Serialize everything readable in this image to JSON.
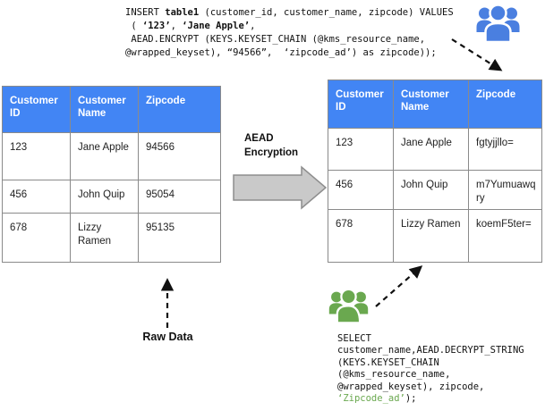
{
  "colors": {
    "table_header_blue": "#4285f4",
    "people_icon_blue": "#4a7fe0",
    "people_icon_green": "#6aa84f",
    "highlight_green": "#6aa84f",
    "block_arrow_fill": "#c9c9c9",
    "block_arrow_stroke": "#8e8e8e",
    "dashed_arrow_color": "#111111"
  },
  "insert_query": {
    "l1_a": "INSERT ",
    "l1_b": "table1",
    "l1_c": " (customer_id, customer_name, zipcode) VALUES",
    "l2_a": " ( ",
    "l2_b": "‘123’",
    "l2_c": ", ",
    "l2_d": "‘Jane Apple’",
    "l2_e": ",",
    "l3": " AEAD.ENCRYPT (KEYS.KEYSET_CHAIN (@kms_resource_name,",
    "l4": "@wrapped_keyset), “94566”,  ‘zipcode_ad’) as zipcode));"
  },
  "select_query": {
    "l1": "SELECT",
    "l2": "customer_name,AEAD.DECRYPT_STRING",
    "l3": "(KEYS.KEYSET_CHAIN",
    "l4": "(@kms_resource_name,",
    "l5": "@wrapped_keyset), zipcode,",
    "l6_green": "‘Zipcode_ad’",
    "l6_rest": ");"
  },
  "tables": {
    "left": {
      "headers": [
        "Customer ID",
        "Customer Name",
        "Zipcode"
      ],
      "rows": [
        [
          "123",
          "Jane Apple",
          "94566"
        ],
        [
          "456",
          "John Quip",
          "95054"
        ],
        [
          "678",
          "Lizzy Ramen",
          "95135"
        ]
      ]
    },
    "right": {
      "headers": [
        "Customer ID",
        "Customer Name",
        "Zipcode"
      ],
      "rows": [
        [
          "123",
          "Jane Apple",
          "fgtyjjllo="
        ],
        [
          "456",
          "John Quip",
          "m7Yumuawqry"
        ],
        [
          "678",
          "Lizzy Ramen",
          "koemF5ter="
        ]
      ]
    }
  },
  "labels": {
    "aead": "AEAD\nEncryption",
    "raw_data": "Raw Data"
  }
}
